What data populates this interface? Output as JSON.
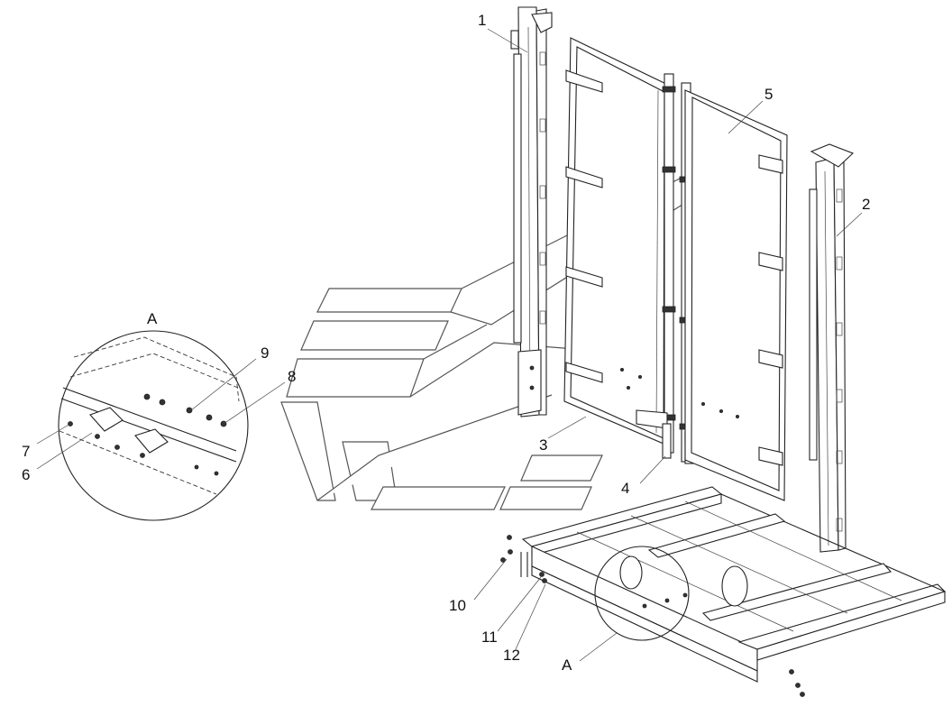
{
  "diagram": {
    "callouts": [
      "1",
      "2",
      "3",
      "4",
      "5",
      "6",
      "7",
      "8",
      "9",
      "10",
      "11",
      "12"
    ],
    "detail_label": "A",
    "detail_reference_label": "A"
  }
}
